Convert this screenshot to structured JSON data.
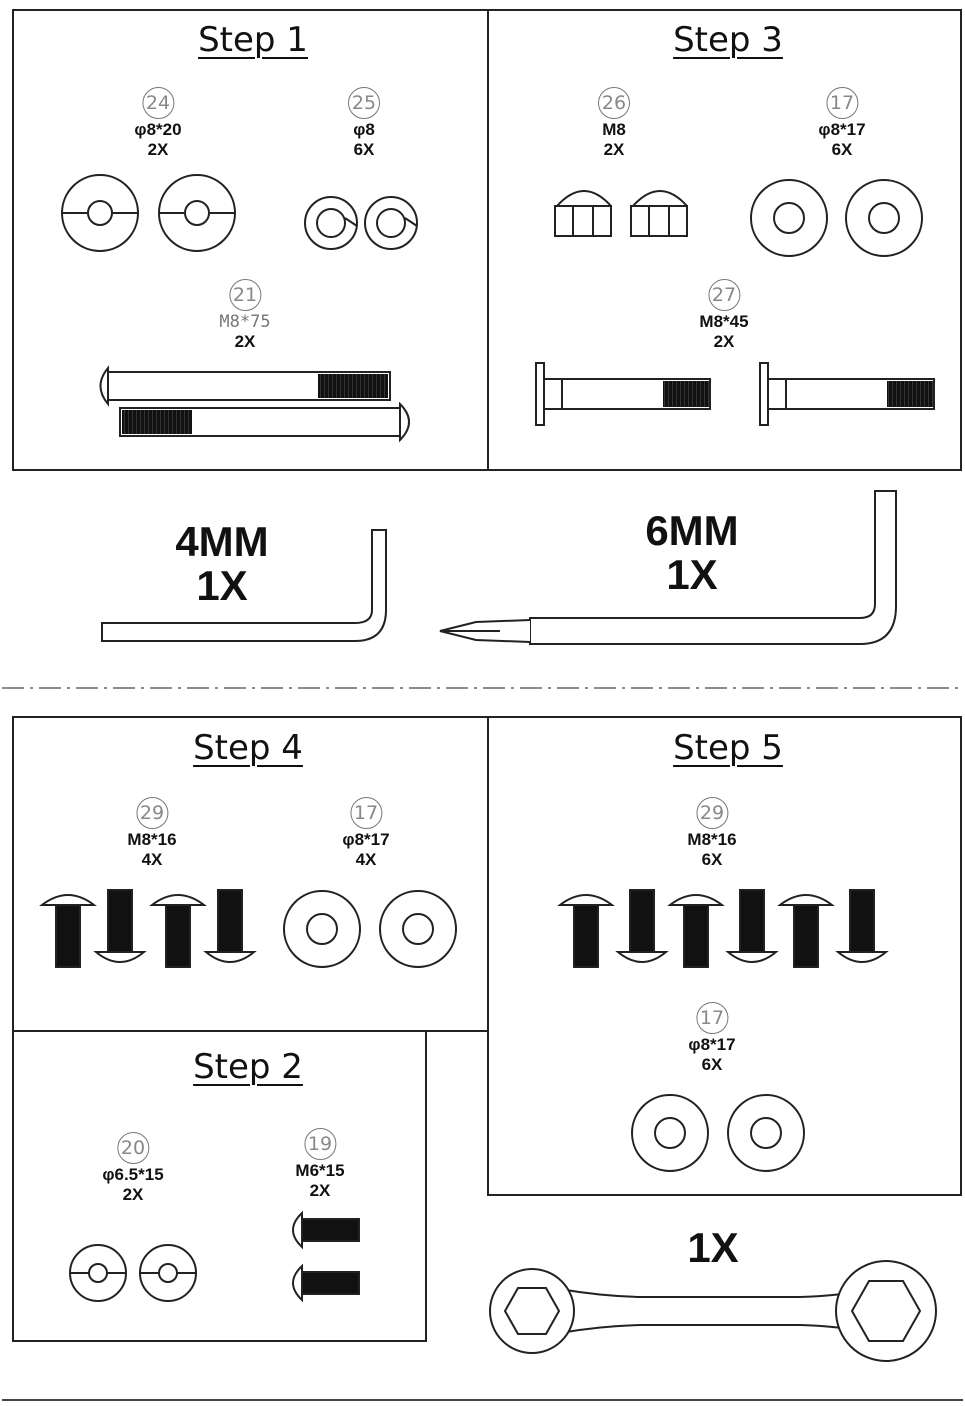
{
  "steps": {
    "step1": {
      "title": "Step 1",
      "parts": [
        {
          "num": "24",
          "size": "φ8*20",
          "qty": "2X"
        },
        {
          "num": "25",
          "size": "φ8",
          "qty": "6X"
        },
        {
          "num": "21",
          "size": "M8*75",
          "qty": "2X"
        }
      ]
    },
    "step3": {
      "title": "Step 3",
      "parts": [
        {
          "num": "26",
          "size": "M8",
          "qty": "2X"
        },
        {
          "num": "17",
          "size": "φ8*17",
          "qty": "6X"
        },
        {
          "num": "27",
          "size": "M8*45",
          "qty": "2X"
        }
      ]
    },
    "step4": {
      "title": "Step 4",
      "parts": [
        {
          "num": "29",
          "size": "M8*16",
          "qty": "4X"
        },
        {
          "num": "17",
          "size": "φ8*17",
          "qty": "4X"
        }
      ]
    },
    "step5": {
      "title": "Step 5",
      "parts": [
        {
          "num": "29",
          "size": "M8*16",
          "qty": "6X"
        },
        {
          "num": "17",
          "size": "φ8*17",
          "qty": "6X"
        }
      ]
    },
    "step2": {
      "title": "Step 2",
      "parts": [
        {
          "num": "20",
          "size": "φ6.5*15",
          "qty": "2X"
        },
        {
          "num": "19",
          "size": "M6*15",
          "qty": "2X"
        }
      ]
    }
  },
  "tools": {
    "allen_4mm": {
      "size": "4MM",
      "qty": "1X"
    },
    "allen_6mm": {
      "size": "6MM",
      "qty": "1X"
    },
    "wrench": {
      "qty": "1X"
    }
  }
}
